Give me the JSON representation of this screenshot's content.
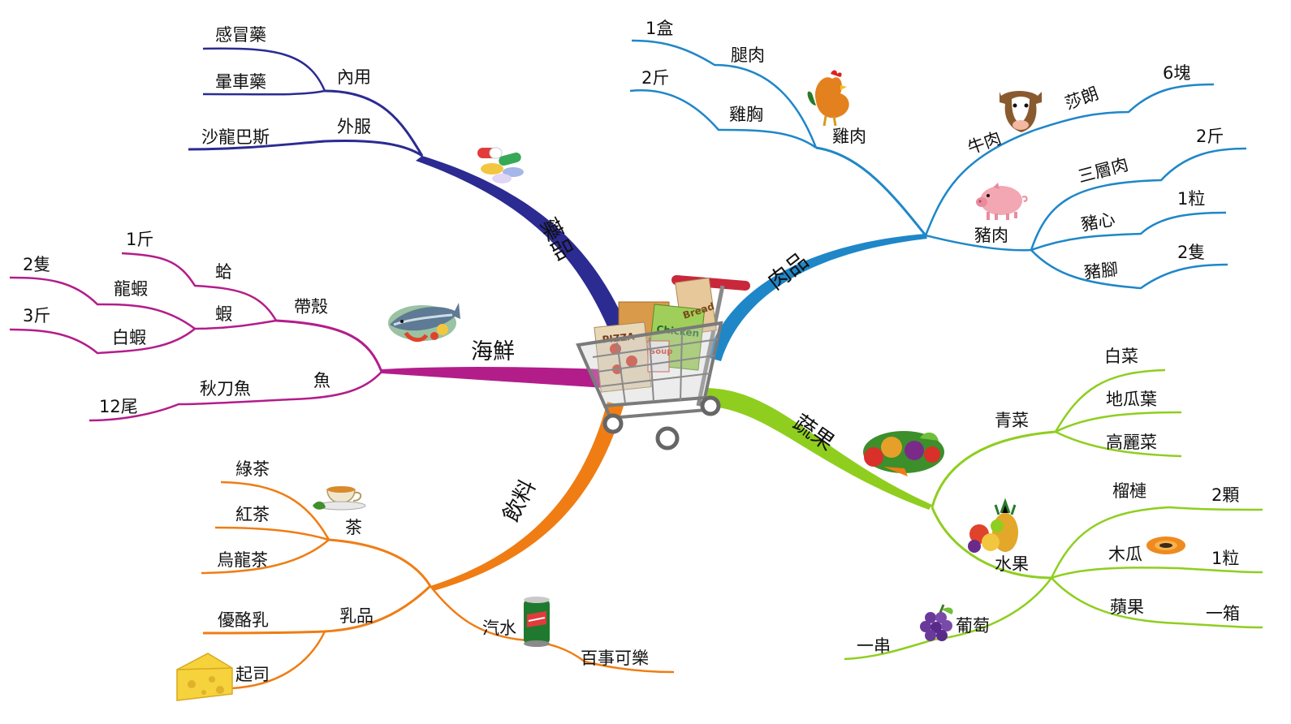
{
  "colors": {
    "medicine": "#2b2b92",
    "meat": "#1f87c8",
    "seafood": "#b31d8a",
    "vegetables": "#8fce1f",
    "drinks": "#ef7d14"
  },
  "cart": {
    "box_labels": {
      "pizza": "PIZZA",
      "chicken": "Chicken",
      "bread": "Bread",
      "soup": "Soup"
    }
  },
  "branches": {
    "medicine": {
      "label": "藥品",
      "internal": {
        "label": "內用",
        "children": [
          "感冒藥",
          "暈車藥"
        ]
      },
      "external": {
        "label": "外服",
        "children": [
          "沙龍巴斯"
        ]
      }
    },
    "meat": {
      "label": "肉品",
      "chicken": {
        "label": "雞肉",
        "leg": {
          "label": "腿肉",
          "qty": "1盒"
        },
        "breast": {
          "label": "雞胸",
          "qty": "2斤"
        }
      },
      "beef": {
        "label": "牛肉",
        "sirloin": {
          "label": "莎朗",
          "qty": "6塊"
        }
      },
      "pork": {
        "label": "豬肉",
        "belly": {
          "label": "三層肉",
          "qty": "2斤"
        },
        "heart": {
          "label": "豬心",
          "qty": "1粒"
        },
        "trotter": {
          "label": "豬腳",
          "qty": "2隻"
        }
      }
    },
    "seafood": {
      "label": "海鮮",
      "shellfish": {
        "label": "帶殼",
        "clam": {
          "label": "蛤",
          "qty": "1斤"
        },
        "shrimp": {
          "label": "蝦",
          "lobster": {
            "label": "龍蝦",
            "qty": "2隻"
          },
          "white": {
            "label": "白蝦",
            "qty": "3斤"
          }
        }
      },
      "fish": {
        "label": "魚",
        "saury": {
          "label": "秋刀魚",
          "qty": "12尾"
        }
      }
    },
    "vegetables": {
      "label": "蔬果",
      "greens": {
        "label": "青菜",
        "children": [
          "白菜",
          "地瓜葉",
          "高麗菜"
        ]
      },
      "fruit": {
        "label": "水果",
        "durian": {
          "label": "榴槤",
          "qty": "2顆"
        },
        "papaya": {
          "label": "木瓜",
          "qty": "1粒"
        },
        "apple": {
          "label": "蘋果",
          "qty": "一箱"
        },
        "grape": {
          "label": "葡萄",
          "qty": "一串"
        }
      }
    },
    "drinks": {
      "label": "飲料",
      "tea": {
        "label": "茶",
        "children": [
          "綠茶",
          "紅茶",
          "烏龍茶"
        ]
      },
      "dairy": {
        "label": "乳品",
        "children": [
          "優酪乳",
          "起司"
        ]
      },
      "soda": {
        "label": "汽水",
        "children": [
          "百事可樂"
        ]
      }
    }
  }
}
